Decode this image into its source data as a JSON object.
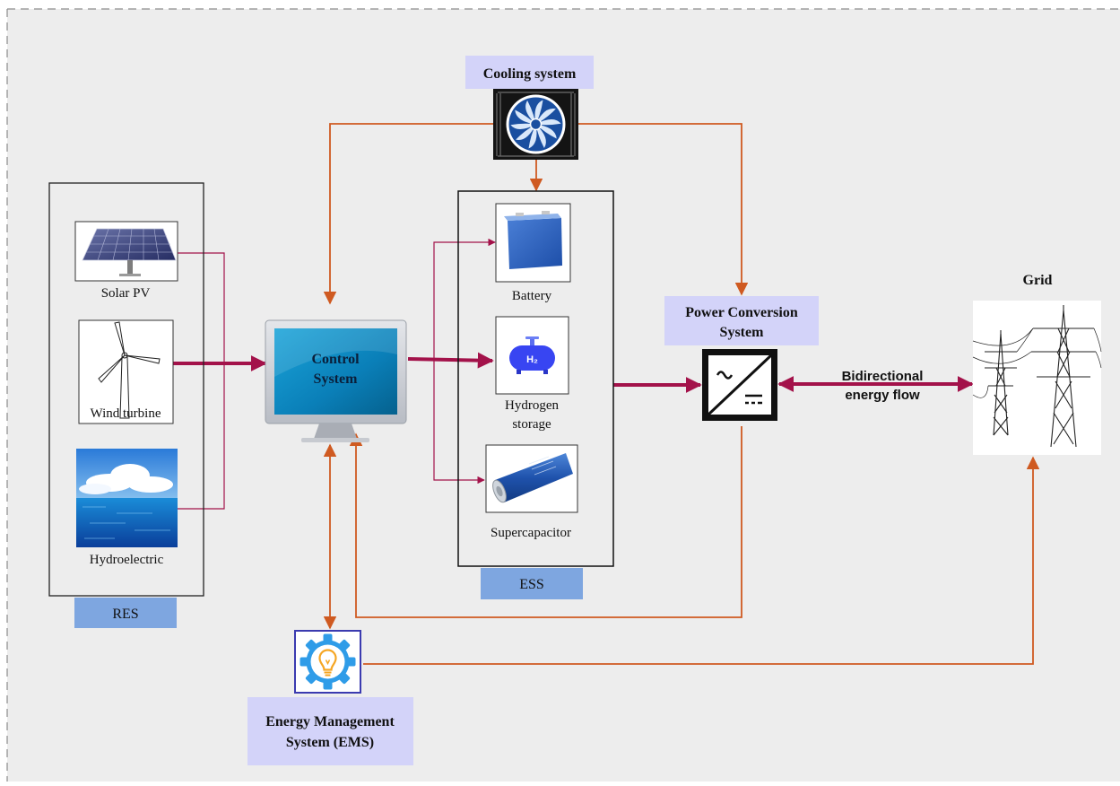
{
  "cooling": {
    "label": "Cooling system",
    "icon": "fan-icon"
  },
  "res": {
    "label": "RES",
    "items": [
      {
        "label": "Solar PV",
        "icon": "solar-panel-icon"
      },
      {
        "label": "Wind turbine",
        "icon": "wind-turbine-icon"
      },
      {
        "label": "Hydroelectric",
        "icon": "ocean-water-icon"
      }
    ]
  },
  "control": {
    "line1": "Control",
    "line2": "System",
    "icon": "computer-monitor-icon"
  },
  "ess": {
    "label": "ESS",
    "battery": "Battery",
    "hydrogen_line1": "Hydrogen",
    "hydrogen_line2": "storage",
    "hydrogen_tank_text": "H₂",
    "supercap": "Supercapacitor"
  },
  "pcs": {
    "line1": "Power Conversion",
    "line2": "System",
    "icon": "inverter-icon"
  },
  "flow": {
    "line1": "Bidirectional",
    "line2": "energy flow"
  },
  "grid": {
    "label": "Grid",
    "icon": "transmission-tower-icon"
  },
  "ems": {
    "line1": "Energy Management",
    "line2": "System (EMS)",
    "icon": "gear-lightbulb-icon"
  },
  "colors": {
    "background": "#ededed",
    "label_box": "#d3d3f9",
    "blue_label": "#7ea6e0",
    "power_arrow": "#a3124a",
    "control_line": "#cf5a21"
  }
}
